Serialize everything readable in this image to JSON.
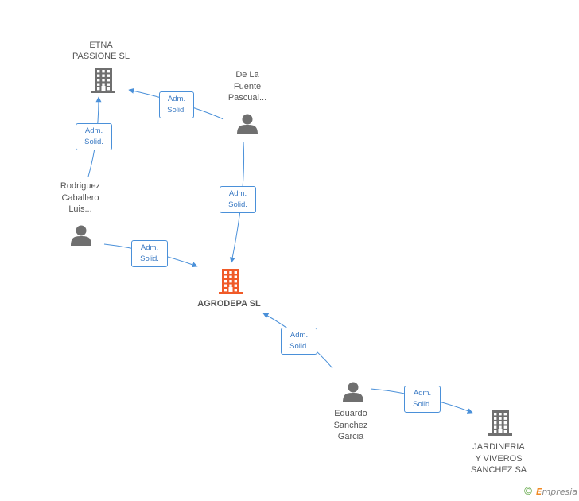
{
  "colors": {
    "edge": "#4a90d9",
    "company": "#6f6f6f",
    "focal_company": "#f05a28",
    "person": "#6f6f6f"
  },
  "nodes": [
    {
      "id": "etna",
      "type": "company",
      "label": "ETNA\nPASSIONE SL",
      "icon": "building-icon"
    },
    {
      "id": "delafuente",
      "type": "person",
      "label": "De La\nFuente\nPascual...",
      "icon": "person-icon"
    },
    {
      "id": "rodriguez",
      "type": "person",
      "label": "Rodriguez\nCaballero\nLuis...",
      "icon": "person-icon"
    },
    {
      "id": "agrodepa",
      "type": "company",
      "focal": true,
      "label": "AGRODEPA SL",
      "icon": "building-icon"
    },
    {
      "id": "eduardo",
      "type": "person",
      "label": "Eduardo\nSanchez\nGarcia",
      "icon": "person-icon"
    },
    {
      "id": "jardineria",
      "type": "company",
      "label": "JARDINERIA\nY VIVEROS\nSANCHEZ SA",
      "icon": "building-icon"
    }
  ],
  "edges": [
    {
      "from": "delafuente",
      "to": "etna",
      "label": "Adm.\nSolid."
    },
    {
      "from": "rodriguez",
      "to": "etna",
      "label": "Adm.\nSolid."
    },
    {
      "from": "delafuente",
      "to": "agrodepa",
      "label": "Adm.\nSolid."
    },
    {
      "from": "rodriguez",
      "to": "agrodepa",
      "label": "Adm.\nSolid."
    },
    {
      "from": "eduardo",
      "to": "agrodepa",
      "label": "Adm.\nSolid."
    },
    {
      "from": "eduardo",
      "to": "jardineria",
      "label": "Adm.\nSolid."
    }
  ],
  "watermark": {
    "copyright": "©",
    "brand_first": "E",
    "brand_rest": "mpresia"
  }
}
